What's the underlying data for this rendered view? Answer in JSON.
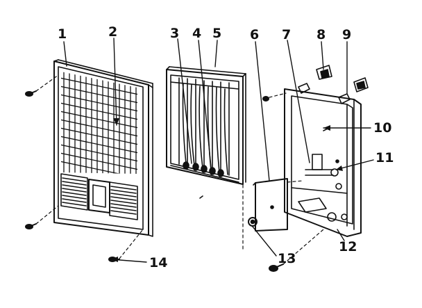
{
  "callouts": {
    "n1": "1",
    "n2": "2",
    "n3": "3",
    "n4": "4",
    "n5": "5",
    "n6": "6",
    "n7": "7",
    "n8": "8",
    "n9": "9",
    "n10": "10",
    "n11": "11",
    "n12": "12",
    "n13": "13",
    "n14": "14"
  },
  "colors": {
    "ink": "#111111",
    "paper": "#ffffff"
  }
}
